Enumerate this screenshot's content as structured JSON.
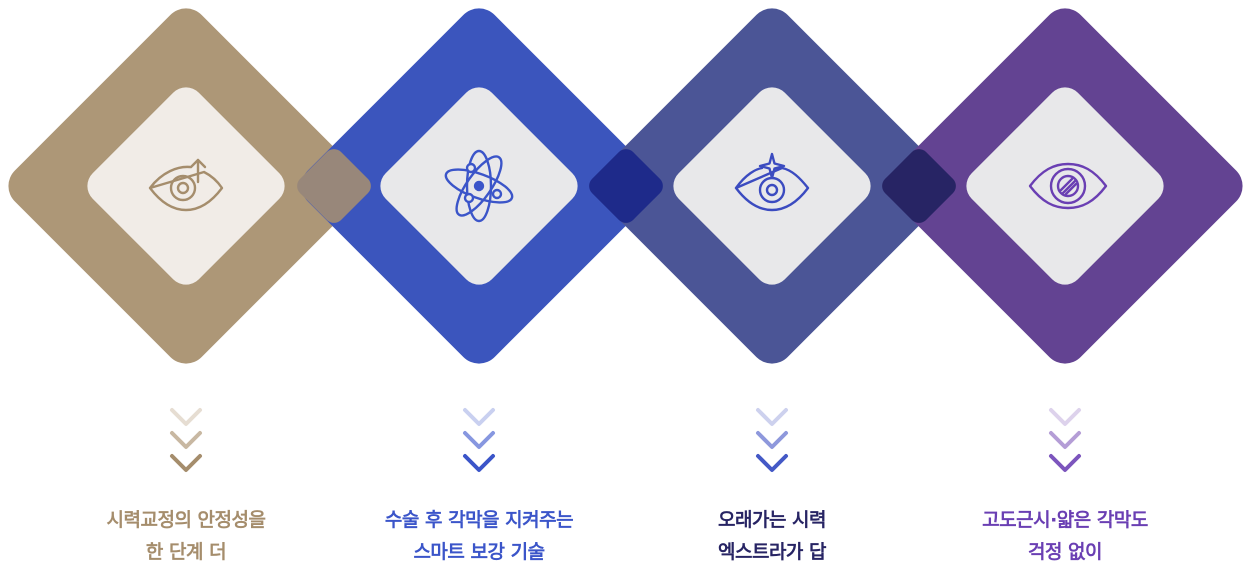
{
  "colors": {
    "step1": "#ad9777",
    "step2": "#3b55bd",
    "step3": "#4b5596",
    "step4": "#634392",
    "card": "#e8e8ea"
  },
  "steps": [
    {
      "icon": "eye-arrow-up-icon",
      "line1": "시력교정의 안정성을",
      "line2": "한 단계 더"
    },
    {
      "icon": "atom-icon",
      "line1": "수술 후 각막을 지켜주는",
      "line2": "스마트 보강 기술"
    },
    {
      "icon": "eye-sparkle-icon",
      "line1": "오래가는 시력",
      "line2": "엑스트라가 답"
    },
    {
      "icon": "eye-striped-pupil-icon",
      "line1": "고도근시·얇은 각막도",
      "line2": "걱정 없이"
    }
  ]
}
